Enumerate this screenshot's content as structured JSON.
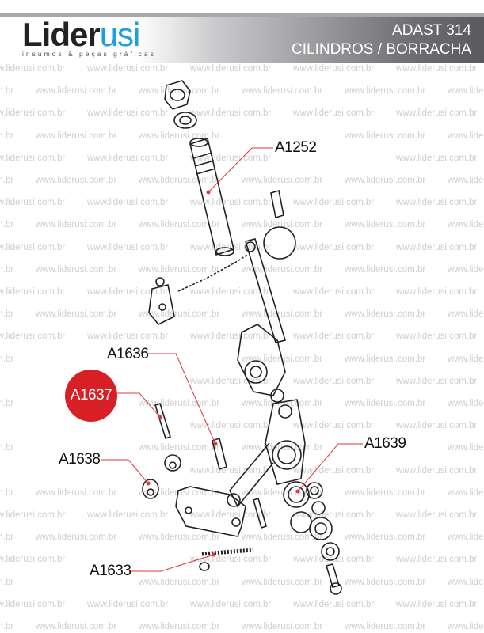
{
  "header": {
    "logo_text": "Liderusi",
    "logo_primary": "Lider",
    "logo_accent": "usi",
    "logo_tagline": "insumos & peças gráficas",
    "title_line1": "ADAST 314",
    "title_line2": "CILINDROS / BORRACHA"
  },
  "watermark": "www.liderusi.com.br",
  "colors": {
    "accent": "#1ea0dc",
    "highlight": "#d81f26",
    "leader": "#e0353b"
  },
  "parts": [
    {
      "code": "A1252",
      "highlighted": false
    },
    {
      "code": "A1636",
      "highlighted": false
    },
    {
      "code": "A1637",
      "highlighted": true
    },
    {
      "code": "A1638",
      "highlighted": false
    },
    {
      "code": "A1639",
      "highlighted": false
    },
    {
      "code": "A1633",
      "highlighted": false
    }
  ]
}
